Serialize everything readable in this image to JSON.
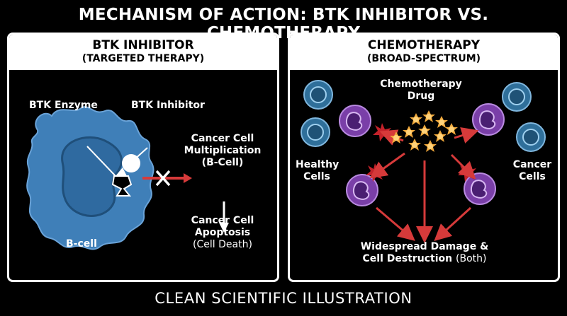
{
  "title": "MECHANISM OF ACTION: BTK INHIBITOR VS. CHEMOTHERAPY",
  "footer": "CLEAN SCIENTIFIC ILLUSTRATION",
  "left_panel": {
    "heading": "BTK INHIBITOR",
    "subheading": "(TARGETED THERAPY)",
    "btk_enzyme": "BTK Enzyme",
    "btk_inhibitor": "BTK Inhibitor",
    "multiplication": [
      "Cancer Cell",
      "Multiplication",
      "(B-Cell)"
    ],
    "apoptosis": [
      "Cancer Cell",
      "Apoptosis",
      "(Cell Death)"
    ],
    "bcell": "B-cell"
  },
  "right_panel": {
    "heading": "CHEMOTHERAPY",
    "subheading": "(BROAD-SPECTRUM)",
    "drug": [
      "Chemotherapy",
      "Drug"
    ],
    "healthy": [
      "Healthy",
      "Cells"
    ],
    "cancer": [
      "Cancer",
      "Cells"
    ],
    "damage": [
      "Widespread Damage &",
      "Cell Destruction",
      "(Both)"
    ]
  },
  "colors": {
    "healthy_cell": "#2f6f9a",
    "cancer_cell": "#7a3fa8",
    "drug_particle": "#f2a93b",
    "arrow": "#d63a3a",
    "bcell": "#3f7fb8"
  }
}
